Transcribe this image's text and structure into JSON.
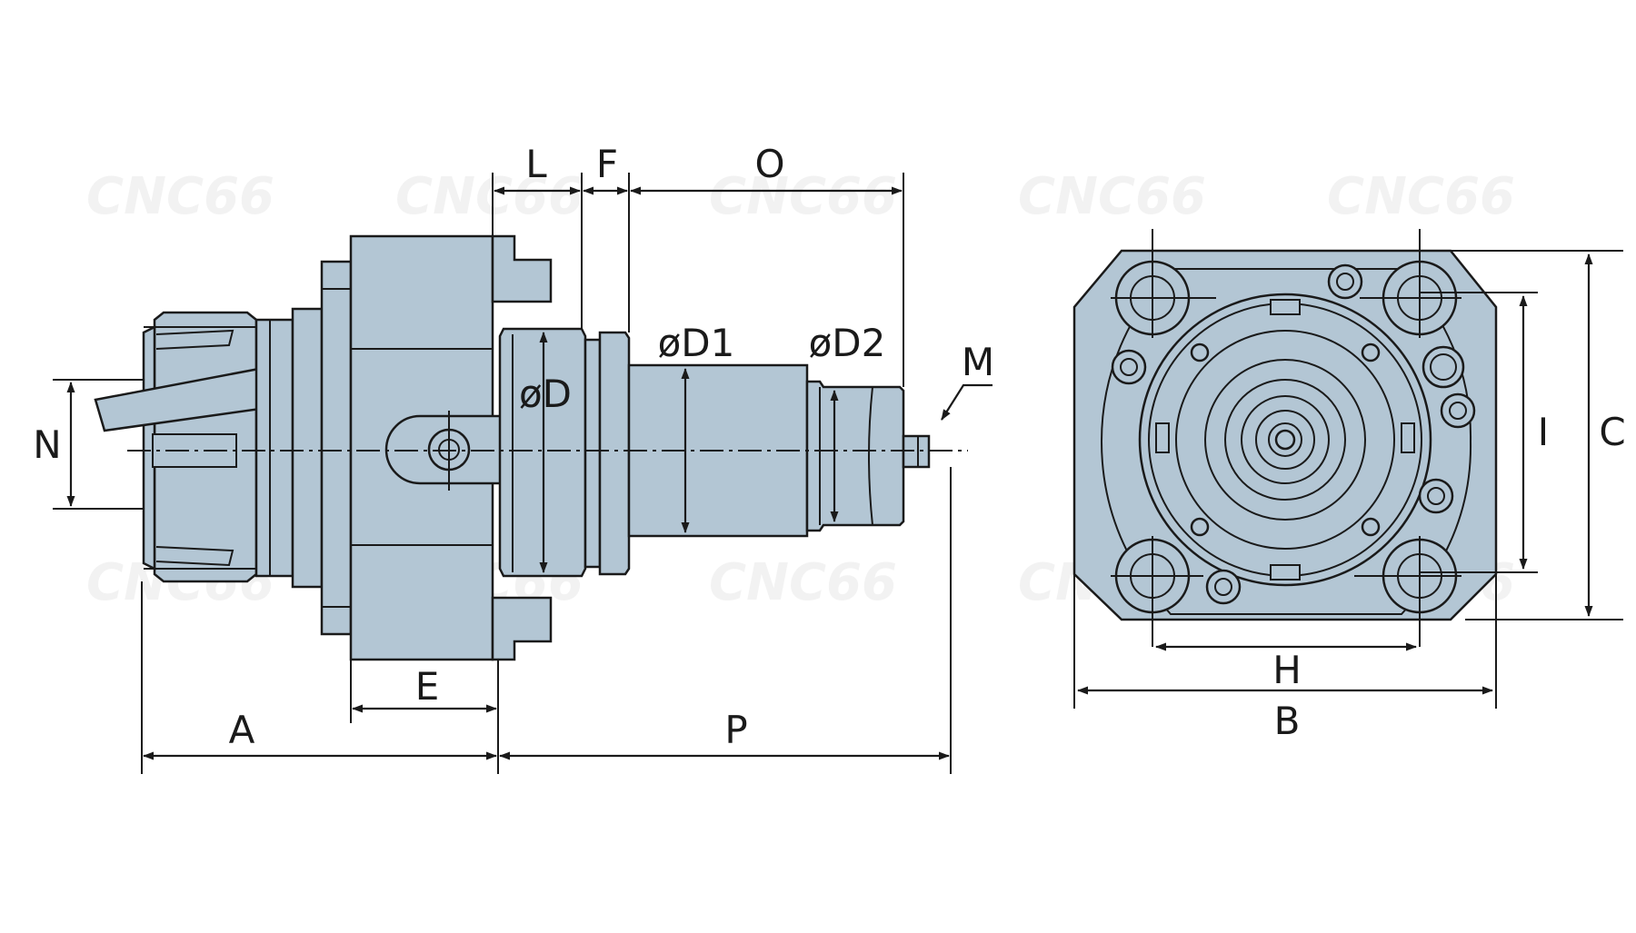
{
  "watermark": "CNC66",
  "colors": {
    "body_fill": "#b3c6d4",
    "outline": "#1a1a1a",
    "background": "#ffffff"
  },
  "labels": {
    "L": "L",
    "F": "F",
    "O": "O",
    "D": "øD",
    "D1": "øD1",
    "D2": "øD2",
    "M": "M",
    "N": "N",
    "E": "E",
    "A": "A",
    "P": "P",
    "I": "I",
    "C": "C",
    "H": "H",
    "B": "B"
  }
}
